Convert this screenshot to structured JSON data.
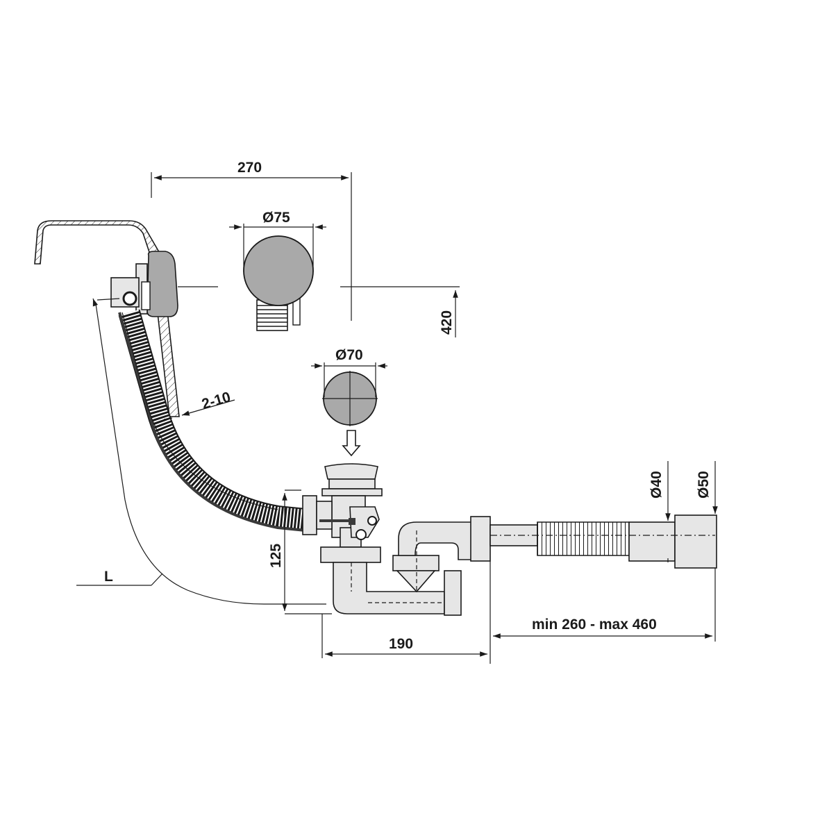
{
  "dimensions": {
    "overflow_offset": "270",
    "overflow_cap_diameter": "Ø75",
    "overflow_height": "420",
    "plug_diameter": "Ø70",
    "wall_thickness": "2-10",
    "cable_length": "L",
    "trap_height": "125",
    "trap_width": "190",
    "extension_range": "min 260 - max 460",
    "outlet_small_diameter": "Ø40",
    "outlet_large_diameter": "Ø50"
  },
  "colors": {
    "line": "#1a1a1a",
    "cap_fill": "#a9a9a9",
    "part_fill": "#e6e6e6",
    "hose_fill": "#3a3a3a"
  }
}
